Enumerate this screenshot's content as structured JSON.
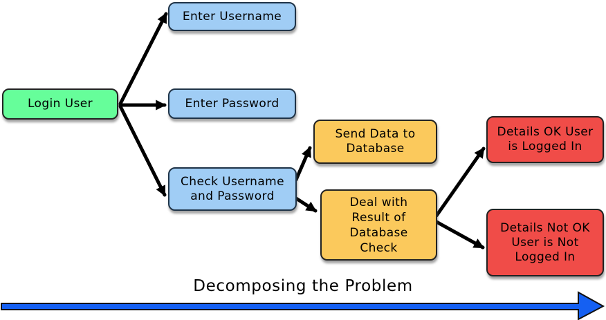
{
  "diagram": {
    "caption": "Decomposing the Problem",
    "nodes": {
      "login_user": {
        "lines": [
          "Login User"
        ],
        "color": "#66fe9a"
      },
      "enter_username": {
        "lines": [
          "Enter Username"
        ],
        "color": "#a0cdf5"
      },
      "enter_password": {
        "lines": [
          "Enter Password"
        ],
        "color": "#a0cdf5"
      },
      "check_username_password": {
        "lines": [
          "Check Username",
          "and Password"
        ],
        "color": "#a0cdf5"
      },
      "send_data_to_database": {
        "lines": [
          "Send Data to",
          "Database"
        ],
        "color": "#fbc95c"
      },
      "deal_with_result": {
        "lines": [
          "Deal with",
          "Result of",
          "Database",
          "Check"
        ],
        "color": "#fbc95c"
      },
      "details_ok": {
        "lines": [
          "Details OK User",
          "is Logged In"
        ],
        "color": "#f04c48"
      },
      "details_not_ok": {
        "lines": [
          "Details Not OK",
          "User is Not",
          "Logged In"
        ],
        "color": "#f04c48"
      }
    },
    "colors": {
      "node_green": "#66fe9a",
      "node_blue": "#a0cdf5",
      "node_orange": "#fbc95c",
      "node_red": "#f04c48",
      "connector_black": "#000000",
      "timeline_blue": "#1560f2"
    }
  }
}
